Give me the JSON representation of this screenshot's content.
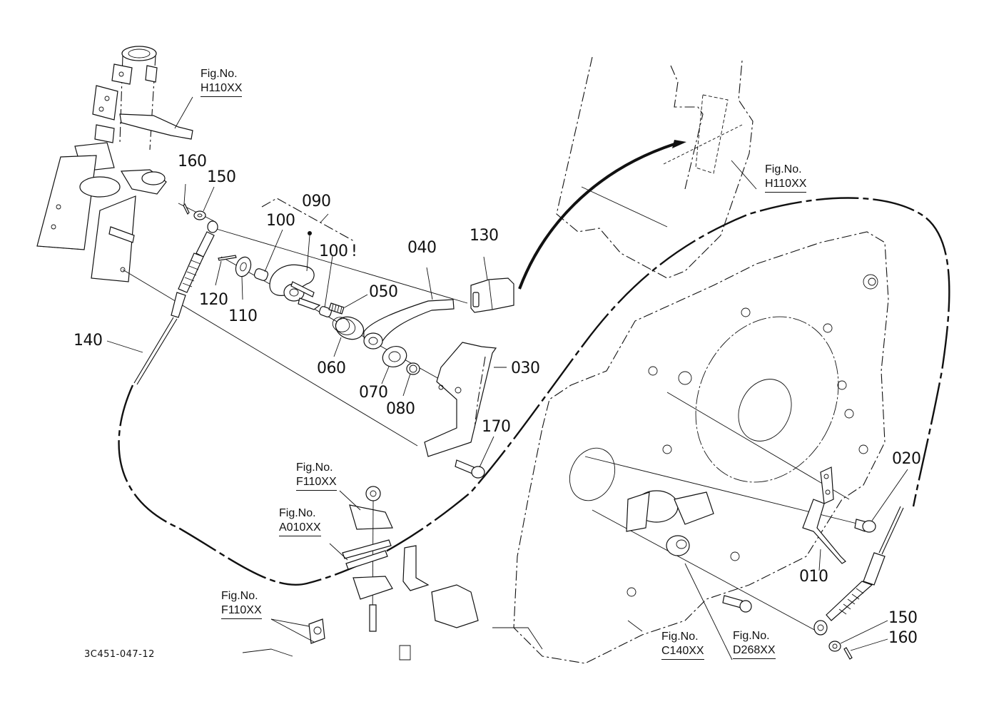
{
  "diagram": {
    "drawing_id": "3C451-047-12",
    "part_labels": [
      {
        "id": "p160a",
        "text": "160"
      },
      {
        "id": "p150a",
        "text": "150"
      },
      {
        "id": "p090",
        "text": "090"
      },
      {
        "id": "p100a",
        "text": "100"
      },
      {
        "id": "p100b",
        "text": "100"
      },
      {
        "id": "p100b_mark",
        "text": "!"
      },
      {
        "id": "p040",
        "text": "040"
      },
      {
        "id": "p130",
        "text": "130"
      },
      {
        "id": "p120",
        "text": "120"
      },
      {
        "id": "p110",
        "text": "110"
      },
      {
        "id": "p050",
        "text": "050"
      },
      {
        "id": "p060",
        "text": "060"
      },
      {
        "id": "p070",
        "text": "070"
      },
      {
        "id": "p080",
        "text": "080"
      },
      {
        "id": "p030",
        "text": "030"
      },
      {
        "id": "p140",
        "text": "140"
      },
      {
        "id": "p170",
        "text": "170"
      },
      {
        "id": "p020",
        "text": "020"
      },
      {
        "id": "p010",
        "text": "010"
      },
      {
        "id": "p150b",
        "text": "150"
      },
      {
        "id": "p160b",
        "text": "160"
      }
    ],
    "figure_refs": [
      {
        "id": "fig-h110-left",
        "prefix": "Fig.No.",
        "code": "H110XX"
      },
      {
        "id": "fig-h110-right",
        "prefix": "Fig.No.",
        "code": "H110XX"
      },
      {
        "id": "fig-f110-upper",
        "prefix": "Fig.No.",
        "code": "F110XX"
      },
      {
        "id": "fig-a010",
        "prefix": "Fig.No.",
        "code": "A010XX"
      },
      {
        "id": "fig-f110-lower",
        "prefix": "Fig.No.",
        "code": "F110XX"
      },
      {
        "id": "fig-c140",
        "prefix": "Fig.No.",
        "code": "C140XX"
      },
      {
        "id": "fig-d268",
        "prefix": "Fig.No.",
        "code": "D268XX"
      }
    ]
  }
}
